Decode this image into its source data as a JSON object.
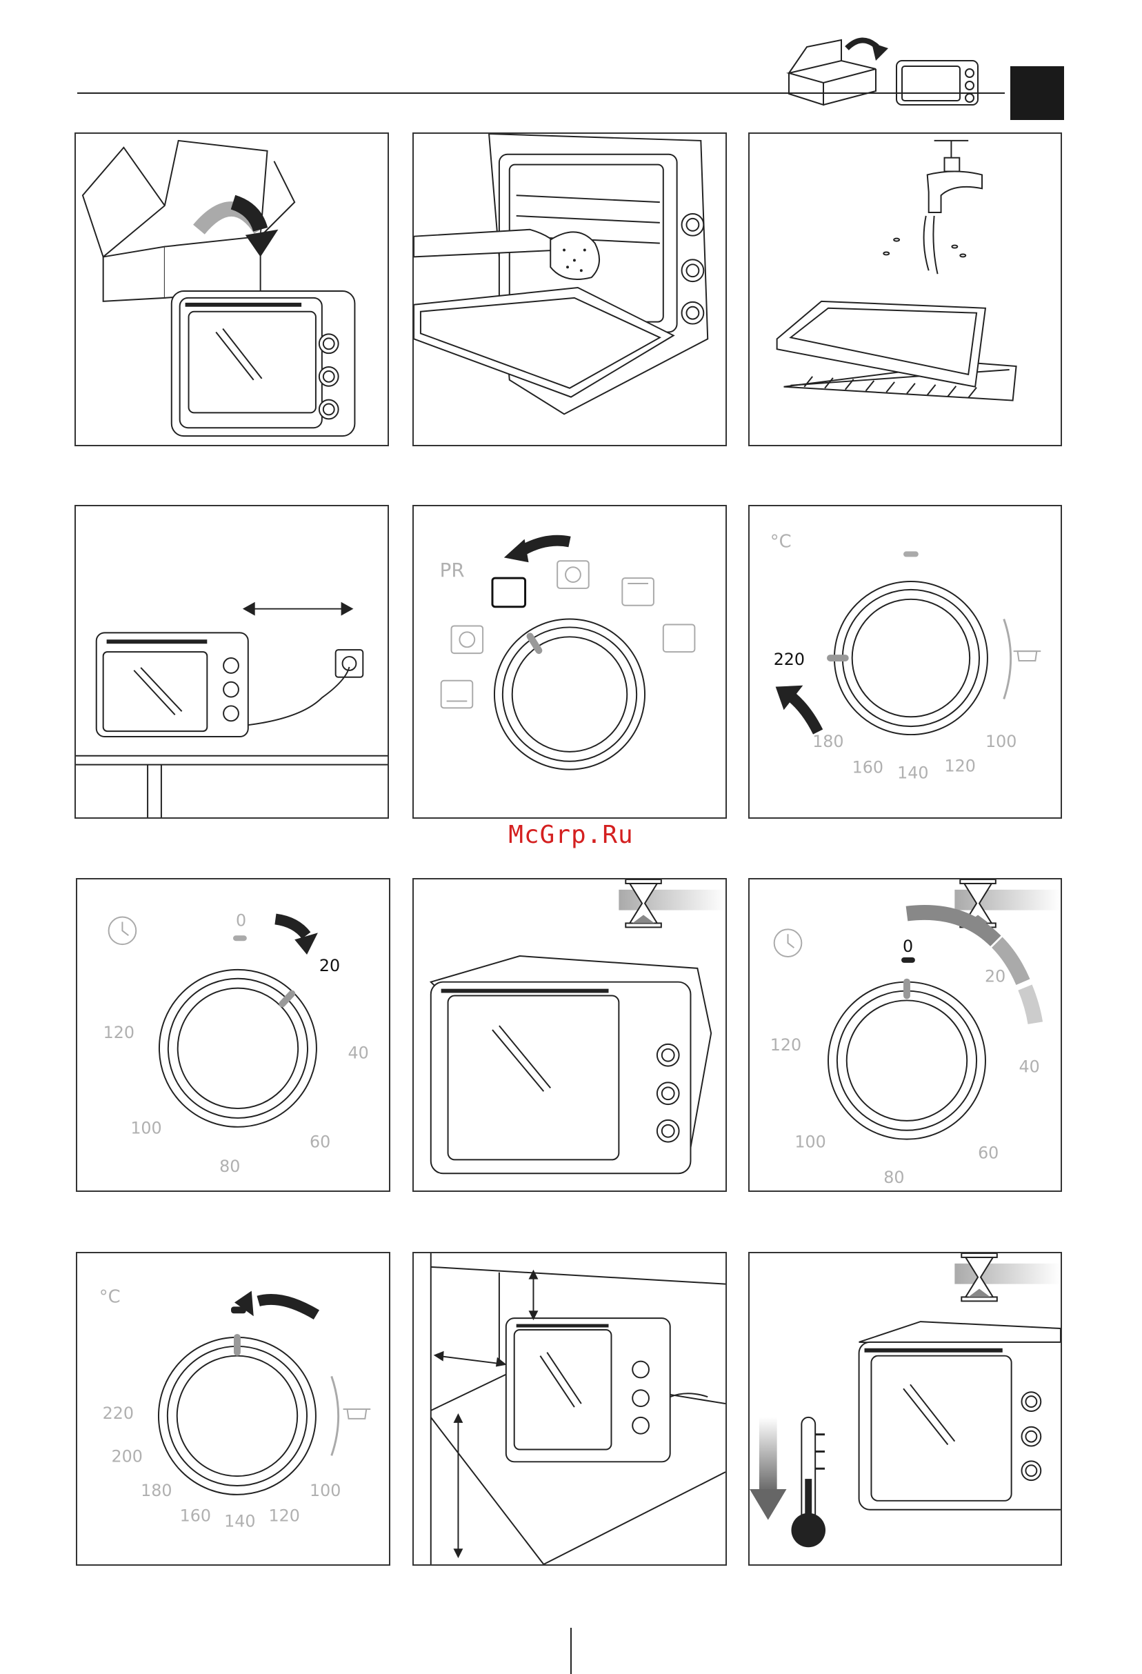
{
  "watermark": "McGrp.Ru",
  "panels": {
    "p5": {
      "pr_label": "PR"
    },
    "p6": {
      "unit": "°C",
      "t220": "220",
      "t180": "180",
      "t160": "160",
      "t140": "140",
      "t120": "120",
      "t100": "100"
    },
    "p7": {
      "t0": "0",
      "t20": "20",
      "t40": "40",
      "t60": "60",
      "t80": "80",
      "t100": "100",
      "t120": "120"
    },
    "p9": {
      "t0": "0",
      "t20": "20",
      "t40": "40",
      "t60": "60",
      "t80": "80",
      "t100": "100",
      "t120": "120"
    },
    "p10": {
      "unit": "°C",
      "t220": "220",
      "t200": "200",
      "t180": "180",
      "t160": "160",
      "t140": "140",
      "t120": "120",
      "t100": "100"
    }
  },
  "icons": [
    "box-to-oven-icon",
    "clock-icon",
    "hourglass-icon",
    "thermometer-icon",
    "pot-icon",
    "socket-icon",
    "faucet-icon"
  ]
}
